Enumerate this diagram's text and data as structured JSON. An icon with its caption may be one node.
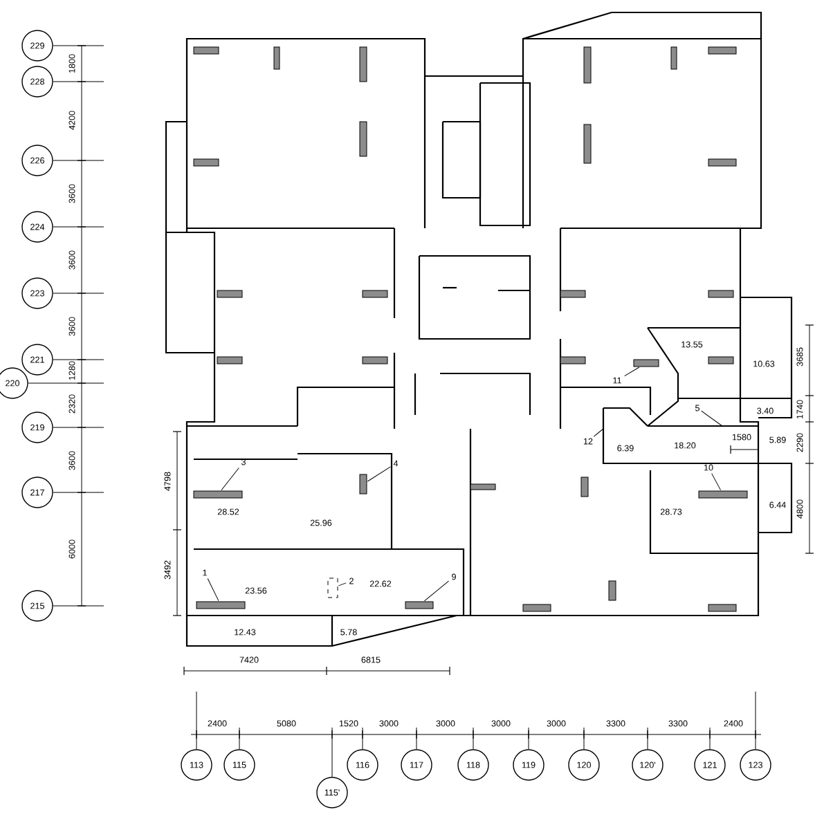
{
  "diagram": {
    "nodes": [
      {
        "text": [
          "229"
        ]
      },
      {
        "text": [
          "228"
        ]
      },
      {
        "text": [
          "226"
        ]
      },
      {
        "text": [
          "224"
        ]
      },
      {
        "text": [
          "223"
        ]
      },
      {
        "text": [
          "221"
        ]
      },
      {
        "text": [
          "220"
        ]
      },
      {
        "text": [
          "219"
        ]
      },
      {
        "text": [
          "217"
        ]
      },
      {
        "text": [
          "215"
        ]
      },
      {
        "text": [
          "11"
        ]
      },
      {
        "text": [
          "5"
        ]
      },
      {
        "text": [
          "12"
        ]
      },
      {
        "text": [
          "3"
        ]
      },
      {
        "text": [
          "4"
        ]
      },
      {
        "text": [
          "10"
        ]
      },
      {
        "text": [
          "1"
        ]
      },
      {
        "text": [
          "2"
        ]
      },
      {
        "text": [
          "9"
        ]
      },
      {
        "text": [
          "113"
        ]
      },
      {
        "text": [
          "115"
        ]
      },
      {
        "text": [
          "115'"
        ]
      },
      {
        "text": [
          "116"
        ]
      },
      {
        "text": [
          "117"
        ]
      },
      {
        "text": [
          "118"
        ]
      },
      {
        "text": [
          "119"
        ]
      },
      {
        "text": [
          "120"
        ]
      },
      {
        "text": [
          "120'"
        ]
      },
      {
        "text": [
          "121"
        ]
      },
      {
        "text": [
          "123"
        ]
      },
      {
        "text": [],
        "shape": "bar"
      },
      {
        "text": [],
        "shape": "bar"
      },
      {
        "text": [],
        "shape": "bar"
      },
      {
        "text": [],
        "shape": "bar"
      },
      {
        "text": [],
        "shape": "box"
      },
      {
        "text": [],
        "shape": "bar"
      },
      {
        "text": [],
        "shape": "bar"
      }
    ],
    "edges": [
      {
        "from": 10,
        "to": 30,
        "arrow": "none"
      },
      {
        "from": 11,
        "to": null,
        "arrow": "none"
      },
      {
        "from": 12,
        "to": null,
        "arrow": "none"
      },
      {
        "from": 13,
        "to": 32,
        "arrow": "none"
      },
      {
        "from": 14,
        "to": 31,
        "arrow": "none"
      },
      {
        "from": 15,
        "to": 33,
        "arrow": "none"
      },
      {
        "from": 16,
        "to": 35,
        "arrow": "none"
      },
      {
        "from": 17,
        "to": 34,
        "arrow": "none"
      },
      {
        "from": 18,
        "to": 36,
        "arrow": "none"
      }
    ],
    "labels": [
      "1800",
      "4200",
      "3600",
      "3600",
      "3600",
      "1280",
      "2320",
      "3600",
      "6000",
      "13.55",
      "3685",
      "10.63",
      "1740",
      "3.40",
      "2290",
      "6.39",
      "18.20",
      "1580",
      "5.89",
      "4798",
      "4800",
      "28.52",
      "25.96",
      "28.73",
      "6.44",
      "3492",
      "23.56",
      "22.62",
      "12.43",
      "5.78",
      "7420",
      "6815",
      "2400",
      "5080",
      "1520",
      "3000",
      "3000",
      "3000",
      "3000",
      "3300",
      "3300",
      "2400"
    ]
  }
}
